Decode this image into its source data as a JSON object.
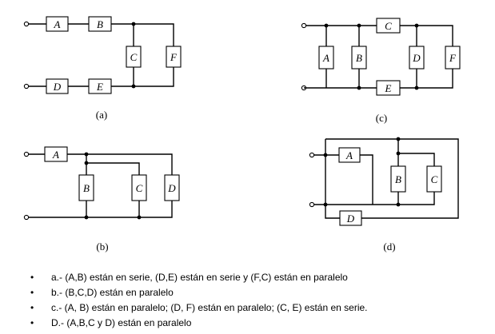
{
  "diagrams": {
    "a": {
      "caption": "(a)",
      "labels": {
        "A": "A",
        "B": "B",
        "C": "C",
        "D": "D",
        "E": "E",
        "F": "F"
      }
    },
    "b": {
      "caption": "(b)",
      "labels": {
        "A": "A",
        "B": "B",
        "C": "C",
        "D": "D"
      }
    },
    "c": {
      "caption": "(c)",
      "labels": {
        "A": "A",
        "B": "B",
        "C": "C",
        "D": "D",
        "E": "E",
        "F": "F"
      }
    },
    "d": {
      "caption": "(d)",
      "labels": {
        "A": "A",
        "B": "B",
        "C": "C",
        "D": "D"
      }
    }
  },
  "answers": [
    {
      "bullet": "•",
      "text": "a.- (A,B) están en serie, (D,E) están en serie y (F,C) están en paralelo"
    },
    {
      "bullet": "•",
      "text": "b.- (B,C,D) están en paralelo"
    },
    {
      "bullet": "•",
      "text": "c.- (A, B) están en paralelo; (D, F) están en paralelo; (C, E) están en serie."
    },
    {
      "bullet": "•",
      "text": "D.- (A,B,C y D) están en paralelo"
    }
  ]
}
